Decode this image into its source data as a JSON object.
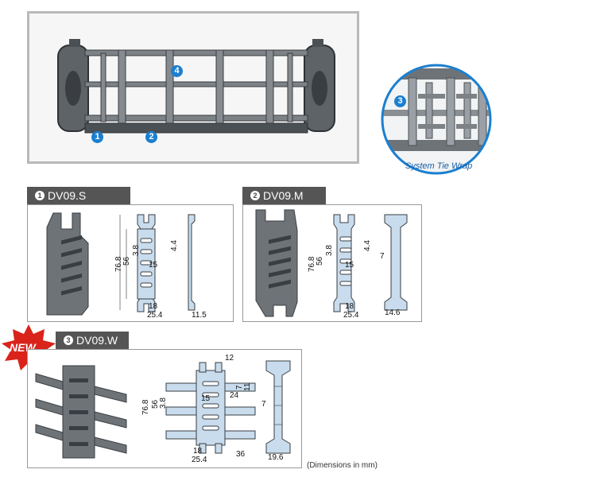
{
  "overview": {
    "callout_1": "1",
    "callout_2": "2",
    "callout_4": "4",
    "zoom_callout_3": "3",
    "zoom_caption": "System Tie Wrap"
  },
  "panels": [
    {
      "num": "1",
      "title": "DV09.S",
      "dims": {
        "h_total": "76.8",
        "h_inner": "56",
        "d1": "3.8",
        "d2": "4.4",
        "inner_w": "15",
        "slot_w": "18",
        "outer_w": "25.4",
        "side_w": "11.5"
      }
    },
    {
      "num": "2",
      "title": "DV09.M",
      "dims": {
        "h_total": "76.8",
        "h_inner": "56",
        "d1": "3.8",
        "d2": "4.4",
        "inner_w": "15",
        "slot_w": "18",
        "outer_w": "25.4",
        "side_w": "14.6",
        "side_inner": "7"
      }
    },
    {
      "num": "3",
      "title": "DV09.W",
      "badge": "NEW",
      "dims": {
        "top": "12",
        "h_total": "76.8",
        "h_inner": "56",
        "d1": "3.8",
        "inner_w": "15",
        "d_right": "24",
        "d_7": "7",
        "d_11": "11",
        "slot_w": "18",
        "outer_w": "25.4",
        "wing": "36",
        "side_w": "19.6",
        "side_inner": "7"
      }
    }
  ],
  "footnote": "(Dimensions in mm)",
  "colors": {
    "accent": "#1a7fd0",
    "tab_bg": "#555555",
    "drawing_fill": "#c8dced",
    "part_gray": "#6e7378",
    "badge_red": "#d9231b"
  }
}
